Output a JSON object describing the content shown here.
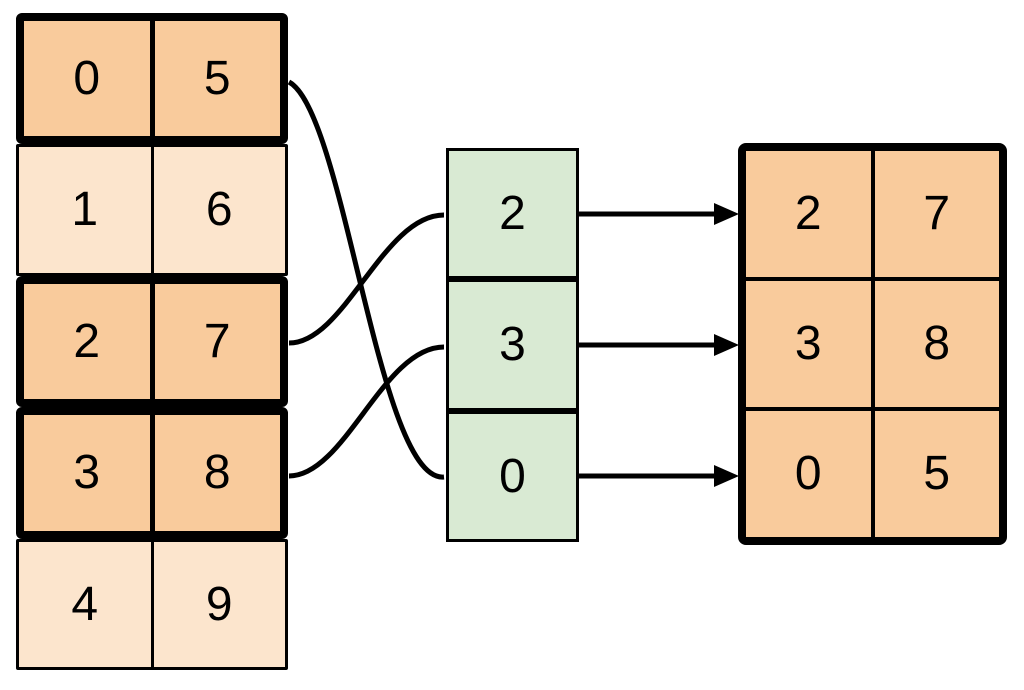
{
  "embedding_table": {
    "rows": [
      {
        "col0": "0",
        "col1": "5",
        "highlighted": true
      },
      {
        "col0": "1",
        "col1": "6",
        "highlighted": false
      },
      {
        "col0": "2",
        "col1": "7",
        "highlighted": true
      },
      {
        "col0": "3",
        "col1": "8",
        "highlighted": true
      },
      {
        "col0": "4",
        "col1": "9",
        "highlighted": false
      }
    ]
  },
  "index_column": {
    "cell0": "2",
    "cell1": "3",
    "cell2": "0"
  },
  "output_table": {
    "rows": [
      {
        "col0": "2",
        "col1": "7"
      },
      {
        "col0": "3",
        "col1": "8"
      },
      {
        "col0": "0",
        "col1": "5"
      }
    ]
  },
  "connections": [
    {
      "from_table_row": "0,5",
      "to_index_cell": "0"
    },
    {
      "from_table_row": "2,7",
      "to_index_cell": "2"
    },
    {
      "from_table_row": "3,8",
      "to_index_cell": "3"
    }
  ],
  "arrows": [
    {
      "from_index_cell": "2",
      "to_output_row": "2,7"
    },
    {
      "from_index_cell": "3",
      "to_output_row": "3,8"
    },
    {
      "from_index_cell": "0",
      "to_output_row": "0,5"
    }
  ],
  "colors": {
    "highlight_fill": "#F9CB9C",
    "normal_fill": "#FCE5CD",
    "index_fill": "#D9EAD3",
    "stroke": "#000000",
    "background": "#FFFFFF"
  }
}
